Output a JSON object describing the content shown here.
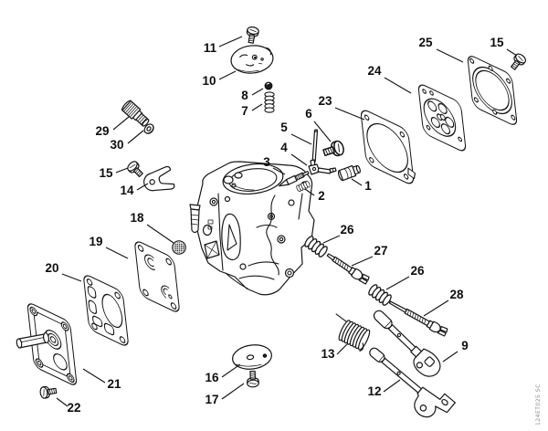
{
  "figure": {
    "type": "exploded-parts-diagram",
    "subject": "carburetor",
    "background_color": "#ffffff",
    "line_color": "#161616",
    "watermark": "124ET025 SC"
  },
  "callouts": [
    {
      "label": "11"
    },
    {
      "label": "10"
    },
    {
      "label": "8"
    },
    {
      "label": "7"
    },
    {
      "label": "29"
    },
    {
      "label": "30"
    },
    {
      "label": "15"
    },
    {
      "label": "14"
    },
    {
      "label": "25"
    },
    {
      "label": "15"
    },
    {
      "label": "24"
    },
    {
      "label": "23"
    },
    {
      "label": "6"
    },
    {
      "label": "5"
    },
    {
      "label": "4"
    },
    {
      "label": "3"
    },
    {
      "label": "2"
    },
    {
      "label": "1"
    },
    {
      "label": "18"
    },
    {
      "label": "19"
    },
    {
      "label": "20"
    },
    {
      "label": "21"
    },
    {
      "label": "22"
    },
    {
      "label": "16"
    },
    {
      "label": "17"
    },
    {
      "label": "26"
    },
    {
      "label": "27"
    },
    {
      "label": "26"
    },
    {
      "label": "28"
    },
    {
      "label": "13"
    },
    {
      "label": "9"
    },
    {
      "label": "12"
    }
  ]
}
